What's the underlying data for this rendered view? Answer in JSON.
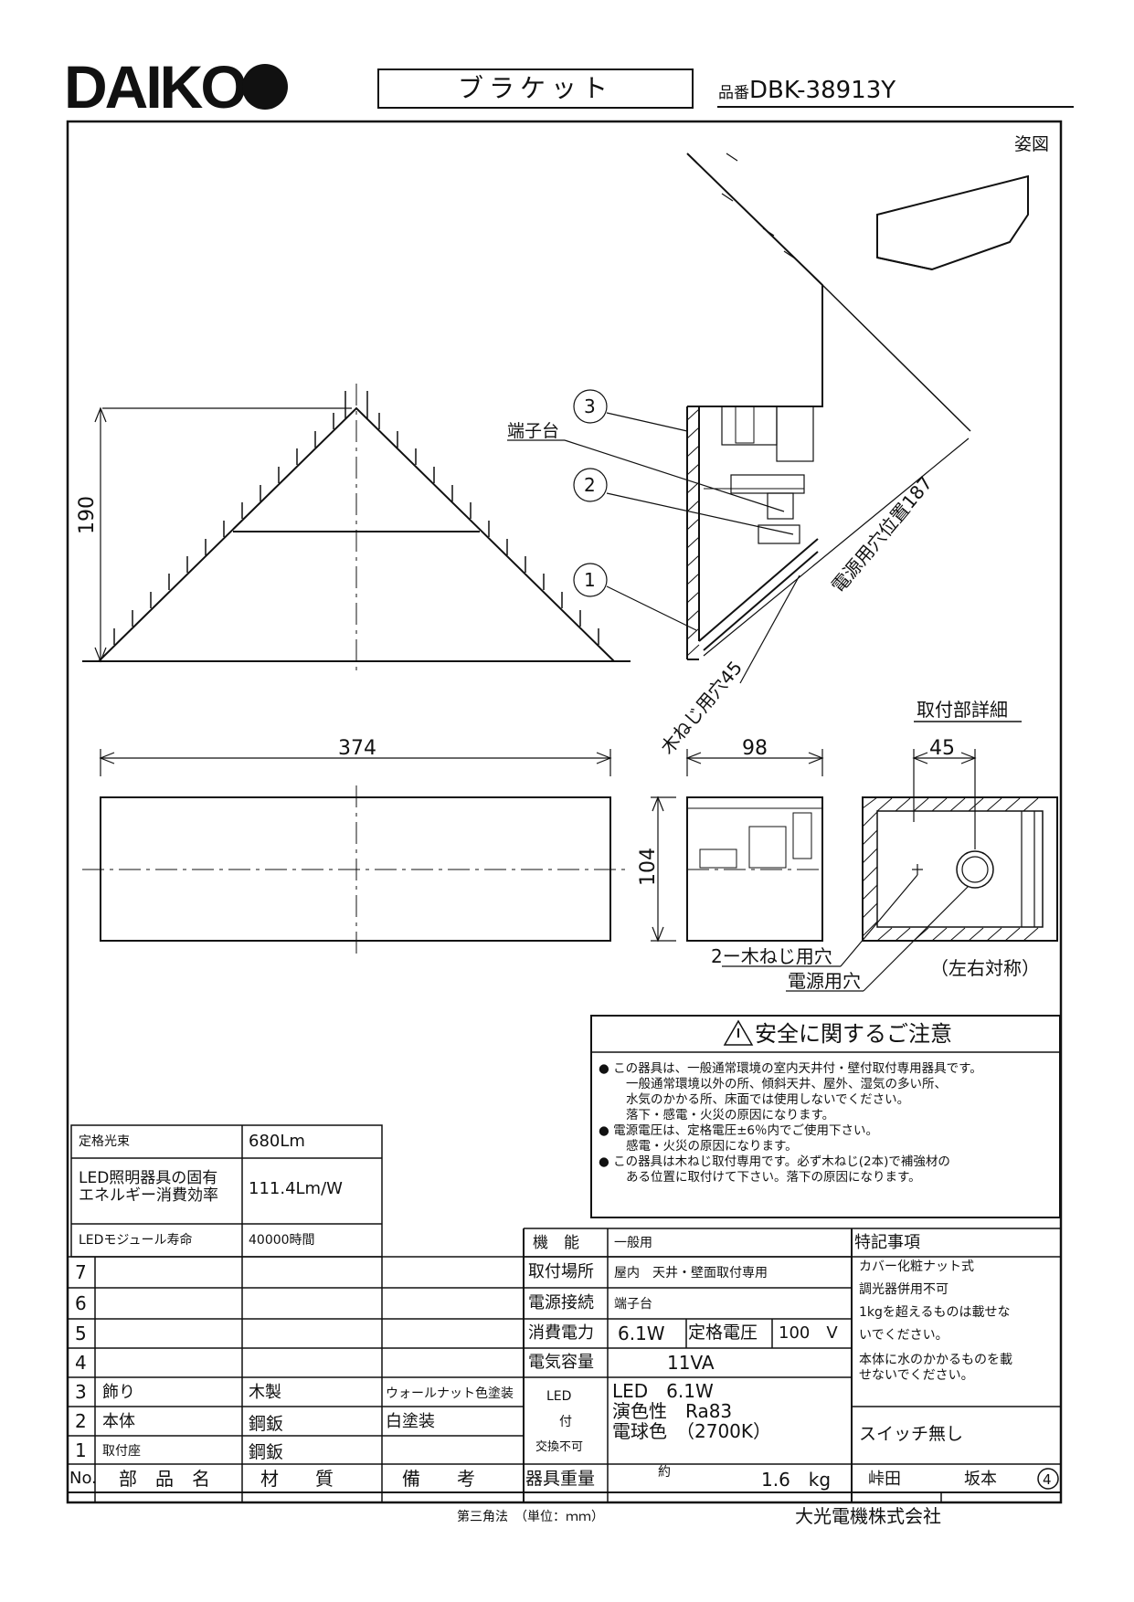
{
  "header": {
    "brand": "DAIKO",
    "product_type": "ブラケット",
    "part_number_label": "品番",
    "part_number": "DBK-38913Y"
  },
  "views": {
    "perspective_label": "姿図",
    "width_dim": "374",
    "height_dim": "190",
    "depth_dim": "98",
    "side_height_dim": "104",
    "power_hole_dim": "電源用穴位置187",
    "screw_hole_dim": "木ねじ用穴45",
    "terminal_label": "端子台",
    "callouts": [
      "1",
      "2",
      "3"
    ],
    "mount_detail_label": "取付部詳細",
    "mount_detail_dim": "45",
    "screw_holes_label": "2ー木ねじ用穴",
    "power_hole_label": "電源用穴",
    "symmetric_note": "（左右対称）"
  },
  "notice": {
    "title": "安全に関するご注意",
    "lines": [
      {
        "bullet": true,
        "text": "この器具は、一般通常環境の室内天井付・壁付取付専用器具です。"
      },
      {
        "bullet": false,
        "text": "一般通常環境以外の所、傾斜天井、屋外、湿気の多い所、"
      },
      {
        "bullet": false,
        "text": "水気のかかる所、床面では使用しないでください。"
      },
      {
        "bullet": false,
        "text": "落下・感電・火災の原因になります。"
      },
      {
        "bullet": true,
        "text": "電源電圧は、定格電圧±6％内でご使用下さい。"
      },
      {
        "bullet": false,
        "text": "感電・火災の原因になります。"
      },
      {
        "bullet": true,
        "text": "この器具は木ねじ取付専用です。必ず木ねじ(2本)で補強材の"
      },
      {
        "bullet": false,
        "text": "ある位置に取付けて下さい。落下の原因になります。"
      }
    ]
  },
  "rating": {
    "rows": [
      {
        "label": "定格光束",
        "value": "680Lm"
      },
      {
        "label_line1": "LED照明器具の固有",
        "label_line2": "エネルギー消費効率",
        "value": "111.4Lm/W"
      },
      {
        "label": "LEDモジュール寿命",
        "value": "40000時間"
      }
    ]
  },
  "parts": {
    "header": {
      "no": "No.",
      "name": "部　品　名",
      "material": "材　　質",
      "remarks": "備　　考"
    },
    "rows": [
      {
        "no": "7",
        "name": "",
        "material": "",
        "remarks": ""
      },
      {
        "no": "6",
        "name": "",
        "material": "",
        "remarks": ""
      },
      {
        "no": "5",
        "name": "",
        "material": "",
        "remarks": ""
      },
      {
        "no": "4",
        "name": "",
        "material": "",
        "remarks": ""
      },
      {
        "no": "3",
        "name": "飾り",
        "material": "木製",
        "remarks": "ウォールナット色塗装"
      },
      {
        "no": "2",
        "name": "本体",
        "material": "鋼鈑",
        "remarks": "白塗装"
      },
      {
        "no": "1",
        "name": "取付座",
        "material": "鋼鈑",
        "remarks": ""
      }
    ]
  },
  "specs": {
    "function_label": "機　能",
    "function": "一般用",
    "location_label": "取付場所",
    "location": "屋内　天井・壁面取付専用",
    "connection_label": "電源接続",
    "connection": "端子台",
    "power_label": "消費電力",
    "power": "6.1W",
    "voltage_label": "定格電圧",
    "voltage": "100　V",
    "capacity_label": "電気容量",
    "capacity": "11VA",
    "lamp_label_1": "LED",
    "lamp_label_2": "付",
    "lamp_label_3": "交換不可",
    "lamp_line1": "LED　6.1W",
    "lamp_line2": "演色性　Ra83",
    "lamp_line3": "電球色　（2700K）",
    "weight_label": "器具重量",
    "weight_prefix": "約",
    "weight": "1.6　kg"
  },
  "special": {
    "title": "特記事項",
    "lines": [
      "カバー化粧ナット式",
      "調光器併用不可",
      "1kgを超えるものは載せな",
      "いでください。",
      "本体に水のかかるものを載",
      "せないでください。"
    ],
    "switch": "スイッチ無し"
  },
  "signatures": {
    "a": "峠田",
    "b": "坂本",
    "rev": "4"
  },
  "footer": {
    "projection": "第三角法　（単位：ｍｍ）",
    "company": "大光電機株式会社"
  }
}
